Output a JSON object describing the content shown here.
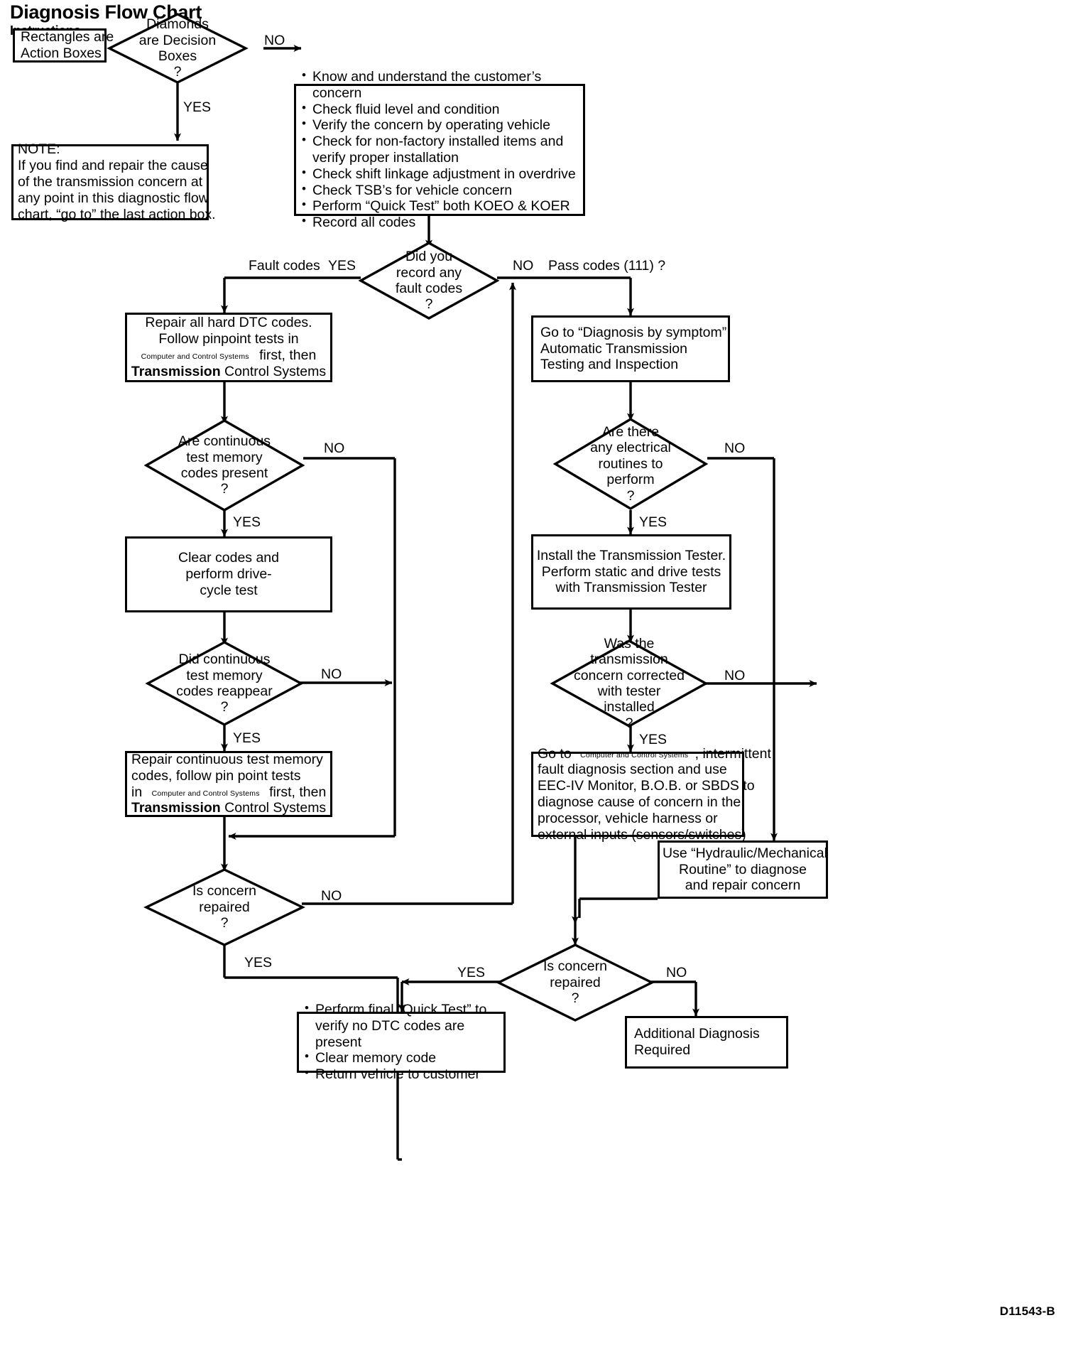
{
  "header": {
    "title": "Diagnosis Flow Chart",
    "subtitle": "Instructions"
  },
  "legend": {
    "action_box": {
      "line1": "Rectangles are",
      "line2": "Action Boxes"
    },
    "decision_box": {
      "line1": "Diamonds",
      "line2": "are Decision",
      "line3": "Boxes",
      "line4": "?"
    }
  },
  "note": {
    "heading": "NOTE:",
    "line1": "If you find and repair the cause",
    "line2": "of the transmission concern at",
    "line3": "any point in this diagnostic flow",
    "line4": "chart, “go to” the last action box."
  },
  "preliminary_checks": {
    "items": [
      "Know and understand the customer’s concern",
      "Check fluid level and condition",
      "Verify the concern by operating vehicle",
      "Check for non-factory installed items and verify proper installation",
      "Check shift linkage adjustment in overdrive",
      "Check TSB’s for vehicle concern",
      "Perform “Quick Test” both KOEO & KOER",
      "Record all codes"
    ]
  },
  "decisions": {
    "record_codes": {
      "l1": "Did you",
      "l2": "record any",
      "l3": "fault codes",
      "l4": "?"
    },
    "continuous_present": {
      "l1": "Are continuous",
      "l2": "test memory",
      "l3": "codes present",
      "l4": "?"
    },
    "continuous_reappear": {
      "l1": "Did continuous",
      "l2": "test memory",
      "l3": "codes reappear",
      "l4": "?"
    },
    "electrical_routines": {
      "l1": "Are there",
      "l2": "any electrical",
      "l3": "routines to",
      "l4": "perform",
      "l5": "?"
    },
    "tester_corrected": {
      "l1": "Was the",
      "l2": "transmission",
      "l3": "concern corrected",
      "l4": "with tester",
      "l5": "installed",
      "l6": "?"
    },
    "concern_repaired_left": {
      "l1": "Is concern",
      "l2": "repaired",
      "l3": "?"
    },
    "concern_repaired_bottom": {
      "l1": "Is concern",
      "l2": "repaired",
      "l3": "?"
    }
  },
  "actions": {
    "repair_hard_dtc": {
      "l1": "Repair all hard DTC codes.",
      "l2": "Follow pinpoint tests in",
      "l3_ref": "Computer and Control Systems",
      "l3_tail": "first, then",
      "l4_bold": "Transmission",
      "l4_tail": "Control Systems"
    },
    "clear_codes": {
      "l1": "Clear codes and",
      "l2": "perform drive-",
      "l3": "cycle test"
    },
    "repair_continuous": {
      "l1": "Repair continuous test memory",
      "l2": "codes, follow pin point tests",
      "l3_head": "in",
      "l3_ref": "Computer and Control Systems",
      "l3_tail": "first, then",
      "l4_bold": "Transmission",
      "l4_tail": "Control Systems"
    },
    "diagnosis_by_symptom": {
      "l1": "Go to “Diagnosis by symptom”",
      "l2": "Automatic Transmission",
      "l3": "Testing and Inspection"
    },
    "install_tester": {
      "l1": "Install the Transmission Tester.",
      "l2": "Perform static and drive tests",
      "l3": "with Transmission Tester"
    },
    "intermittent": {
      "l1_head": "Go to",
      "l1_ref": "Computer and Control Systems",
      "l1_tail": ", intermittent",
      "l2": "fault diagnosis section and use",
      "l3": "EEC-IV Monitor, B.O.B. or SBDS to",
      "l4": "diagnose cause of concern in the",
      "l5": "processor, vehicle harness or",
      "l6": "external inputs (sensors/switches)"
    },
    "hydraulic_routine": {
      "l1": "Use “Hydraulic/Mechanical",
      "l2": "Routine” to diagnose",
      "l3": "and repair concern"
    },
    "final_steps": {
      "items": [
        "Perform final “Quick Test” to verify no DTC codes are present",
        "Clear memory code",
        "Return vehicle to customer"
      ]
    },
    "additional_diagnosis": {
      "l1": "Additional Diagnosis",
      "l2": "Required"
    }
  },
  "labels": {
    "no": "NO",
    "yes": "YES",
    "fault_codes": "Fault codes",
    "pass_codes": "Pass codes (111) ?"
  },
  "footer": {
    "doc_code": "D11543-B"
  },
  "colors": {
    "ink": "#000000",
    "paper": "#ffffff"
  }
}
